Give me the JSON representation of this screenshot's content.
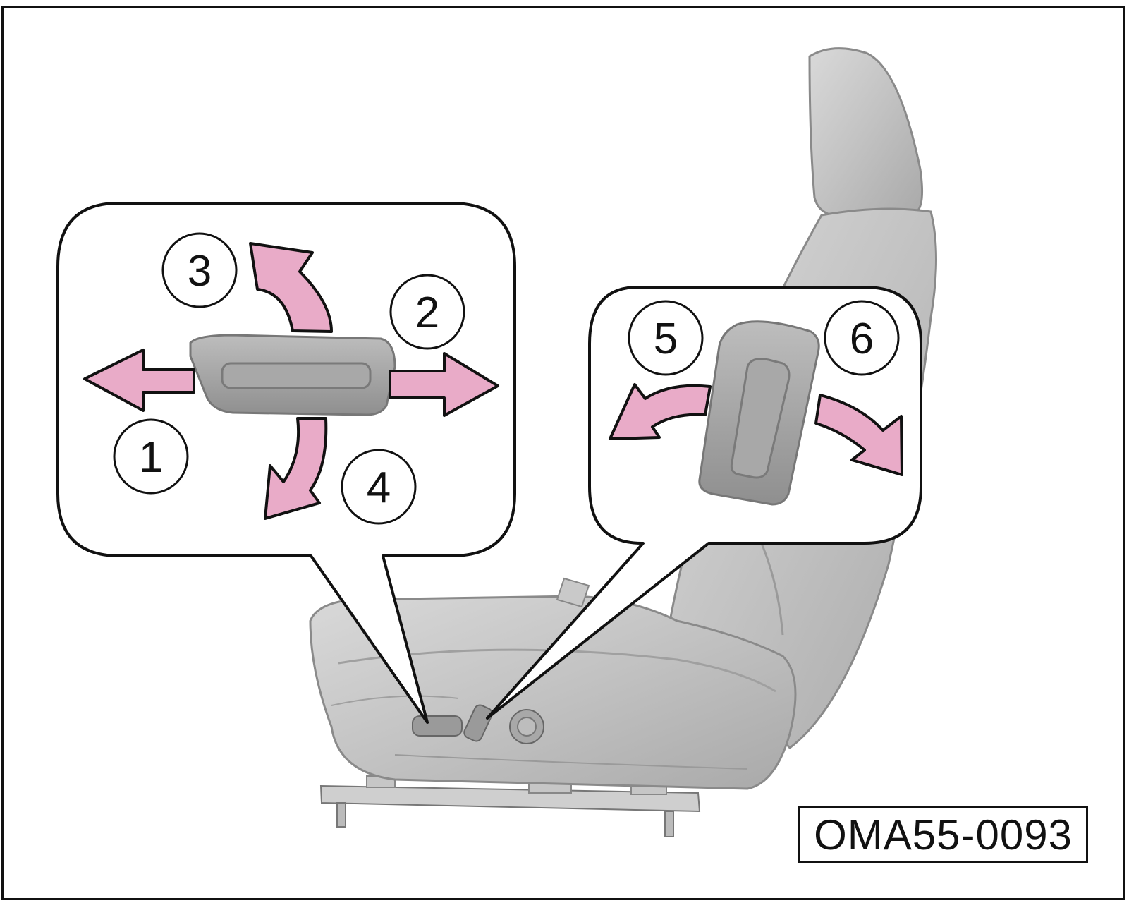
{
  "figure": {
    "code": "OMA55-0093",
    "subject": "power-seat-controls",
    "colors": {
      "arrow_fill": "#e9abc8",
      "seat_fill": "#c8c8c8",
      "outline": "#111111"
    }
  },
  "callouts": [
    {
      "id": "cushion-switch",
      "labels": [
        "1",
        "2",
        "3",
        "4"
      ]
    },
    {
      "id": "backrest-switch",
      "labels": [
        "5",
        "6"
      ]
    }
  ],
  "markers": {
    "m1": "1",
    "m2": "2",
    "m3": "3",
    "m4": "4",
    "m5": "5",
    "m6": "6"
  },
  "icons": {
    "arrow_forward": "arrow-left-icon",
    "arrow_backward": "arrow-right-icon",
    "arrow_up": "curved-arrow-up-icon",
    "arrow_down": "curved-arrow-down-icon",
    "arrow_recline_forward": "curved-arrow-left-icon",
    "arrow_recline_back": "curved-arrow-right-icon"
  }
}
